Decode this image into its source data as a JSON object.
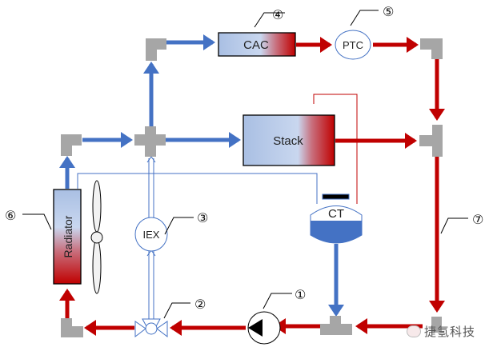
{
  "diagram": {
    "title": "Fuel cell thermal management coolant loop",
    "components": {
      "cac": {
        "label": "CAC",
        "marker": "④"
      },
      "ptc": {
        "label": "PTC",
        "marker": "⑤"
      },
      "stack": {
        "label": "Stack"
      },
      "ct": {
        "label": "CT"
      },
      "iex": {
        "label": "IEX",
        "marker": "③"
      },
      "radiator": {
        "label": "Radiator",
        "marker": "⑥"
      },
      "valve": {
        "marker": "②"
      },
      "pump": {
        "marker": "①"
      },
      "pipe_return": {
        "marker": "⑦"
      }
    },
    "colors": {
      "hot": "#c00000",
      "cold": "#4472c4",
      "fitting": "#a6a6a6",
      "cold_fill": "#aec3e6"
    }
  },
  "watermark": {
    "text": "捷氢科技"
  }
}
